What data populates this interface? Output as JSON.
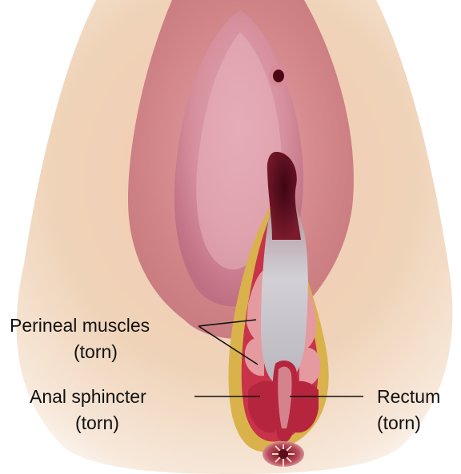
{
  "labels": {
    "perineal_muscles": {
      "line1": "Perineal muscles",
      "line2": "(torn)"
    },
    "anal_sphincter": {
      "line1": "Anal sphincter",
      "line2": "(torn)"
    },
    "rectum": {
      "line1": "Rectum",
      "line2": "(torn)"
    }
  },
  "colors": {
    "skin": "#f1d6ba",
    "labia_outer": "#d89a96",
    "labia_inner": "#c97a83",
    "vestibule": "#b86275",
    "opening_dark": "#5c0b1c",
    "muscle_red": "#c8334a",
    "muscle_pink": "#e59aa0",
    "fat_yellow": "#d9b24c",
    "rectum_grey": "#c9c7cd",
    "leader_line": "#111111"
  }
}
